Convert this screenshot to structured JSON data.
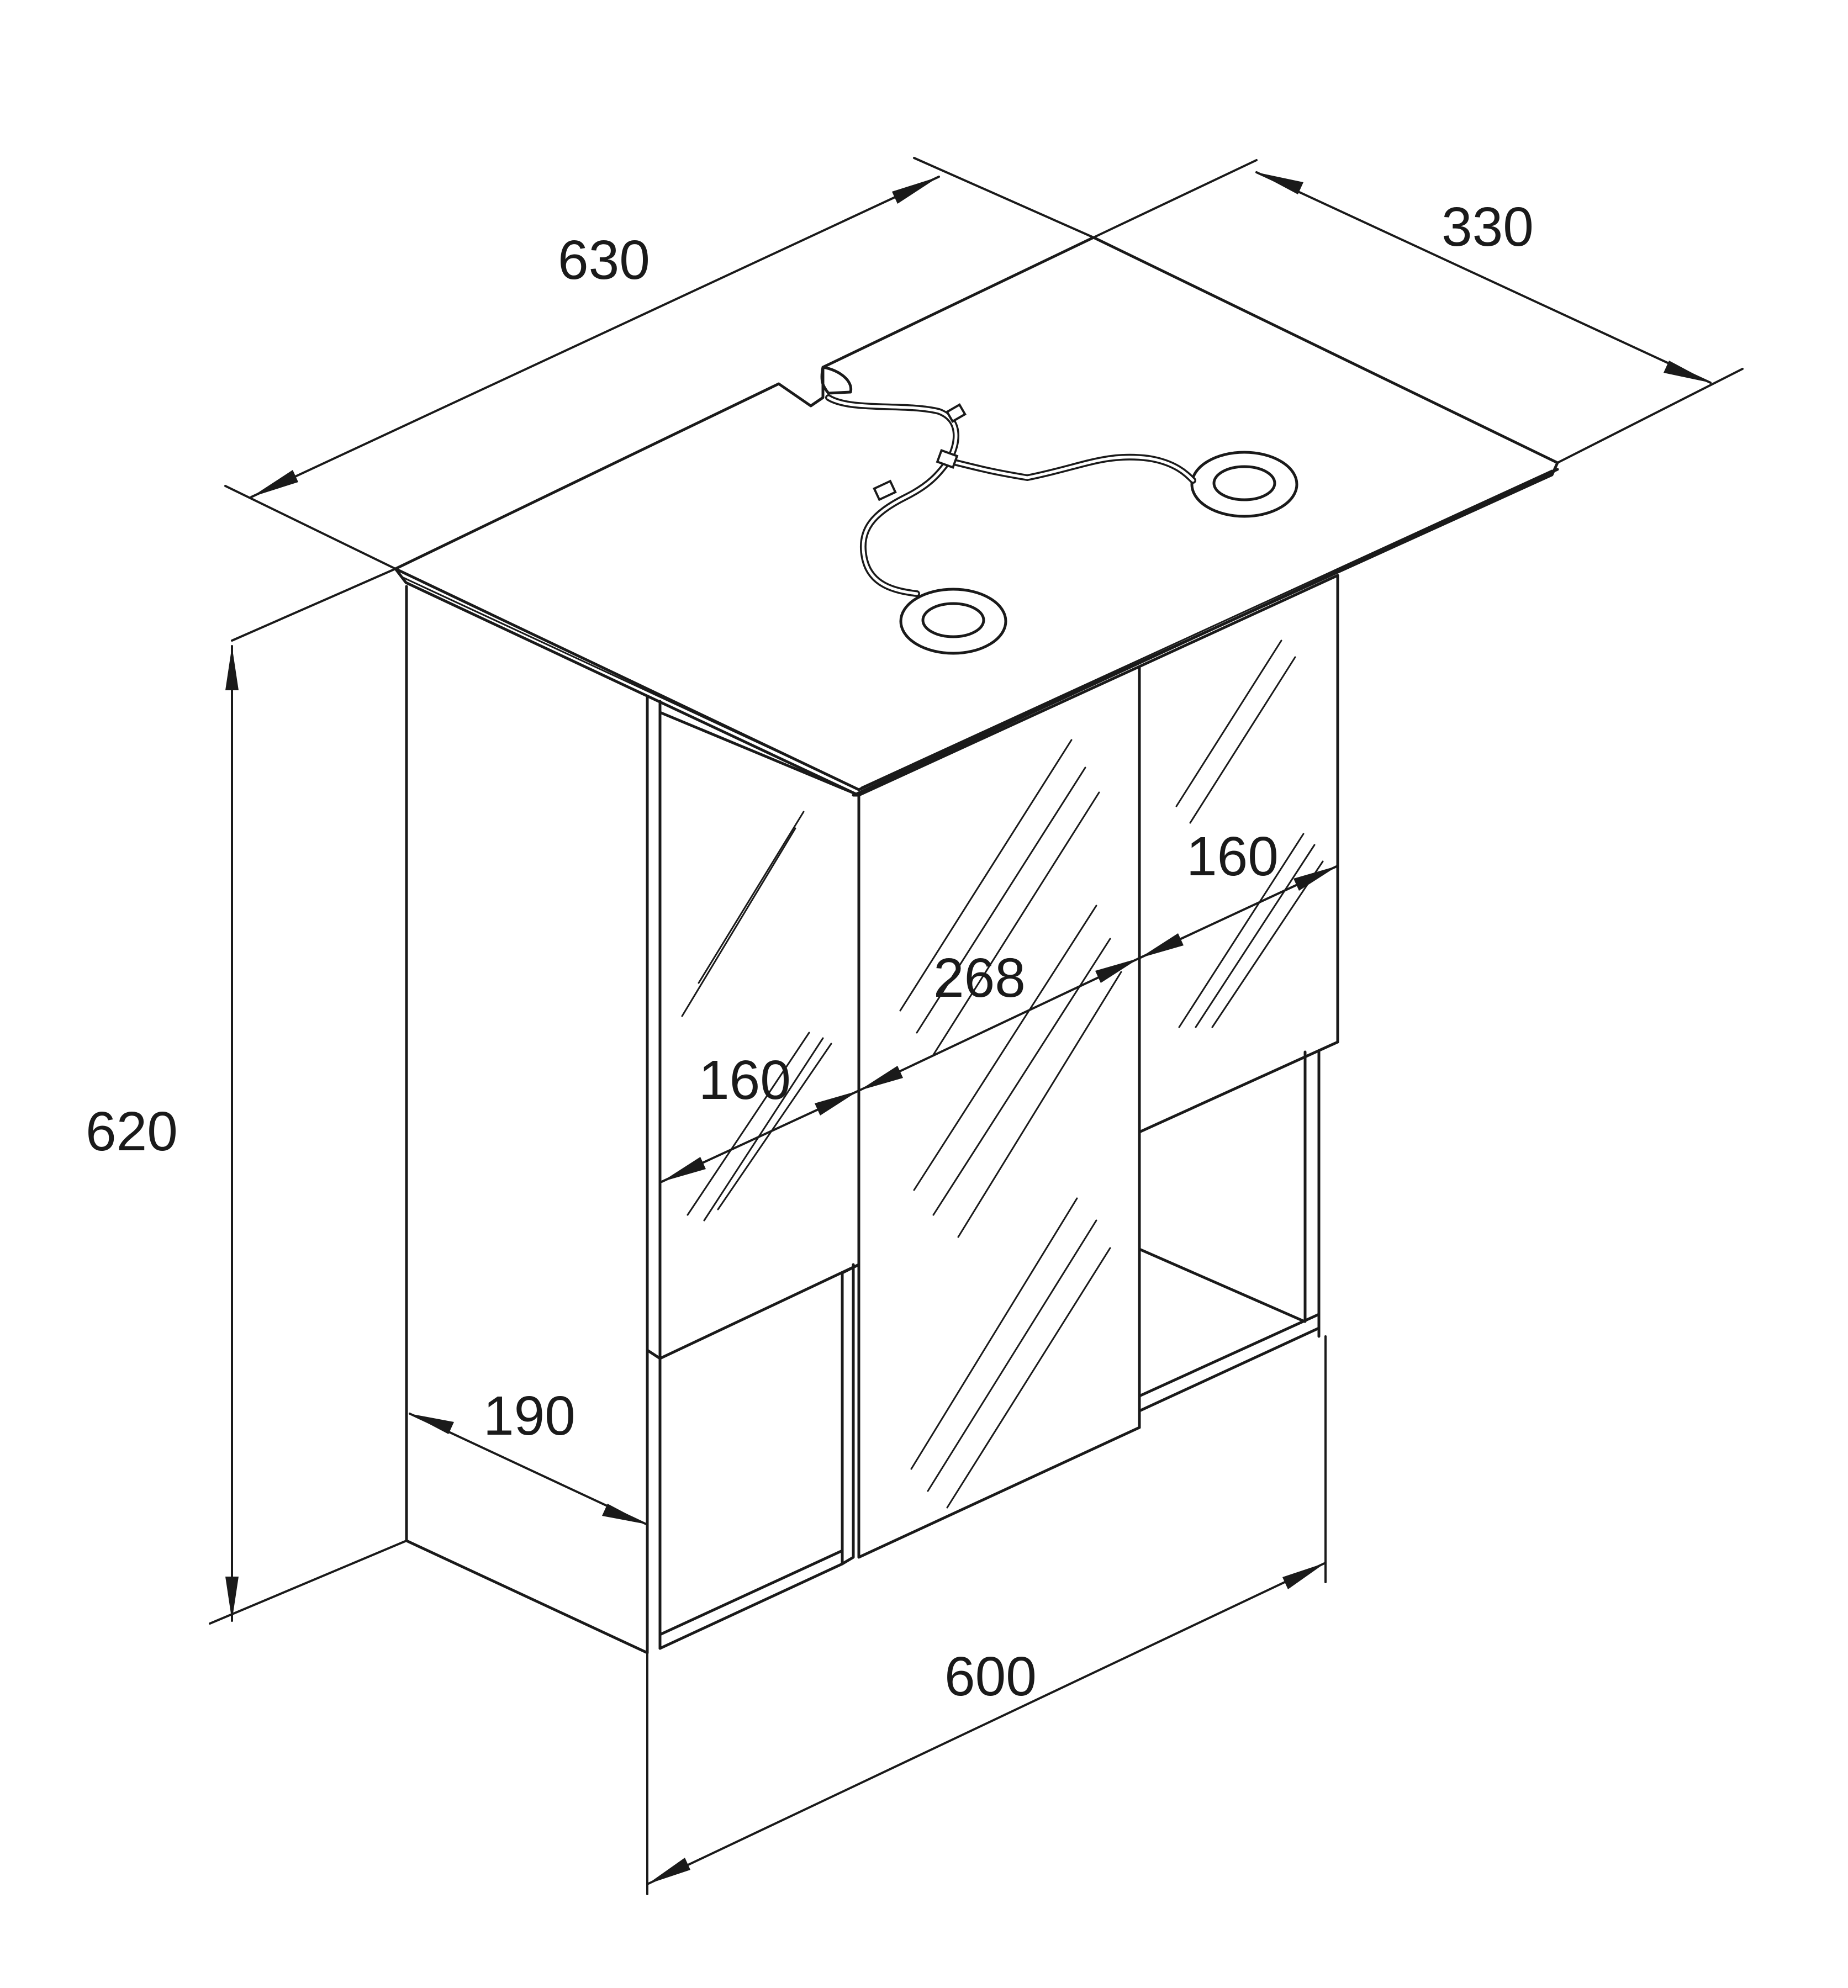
{
  "dimensions": {
    "width_top": "630",
    "depth_top": "330",
    "height_total": "620",
    "side_depth": "190",
    "base_width": "600",
    "center_door": "268",
    "left_door": "160",
    "right_door": "160"
  }
}
